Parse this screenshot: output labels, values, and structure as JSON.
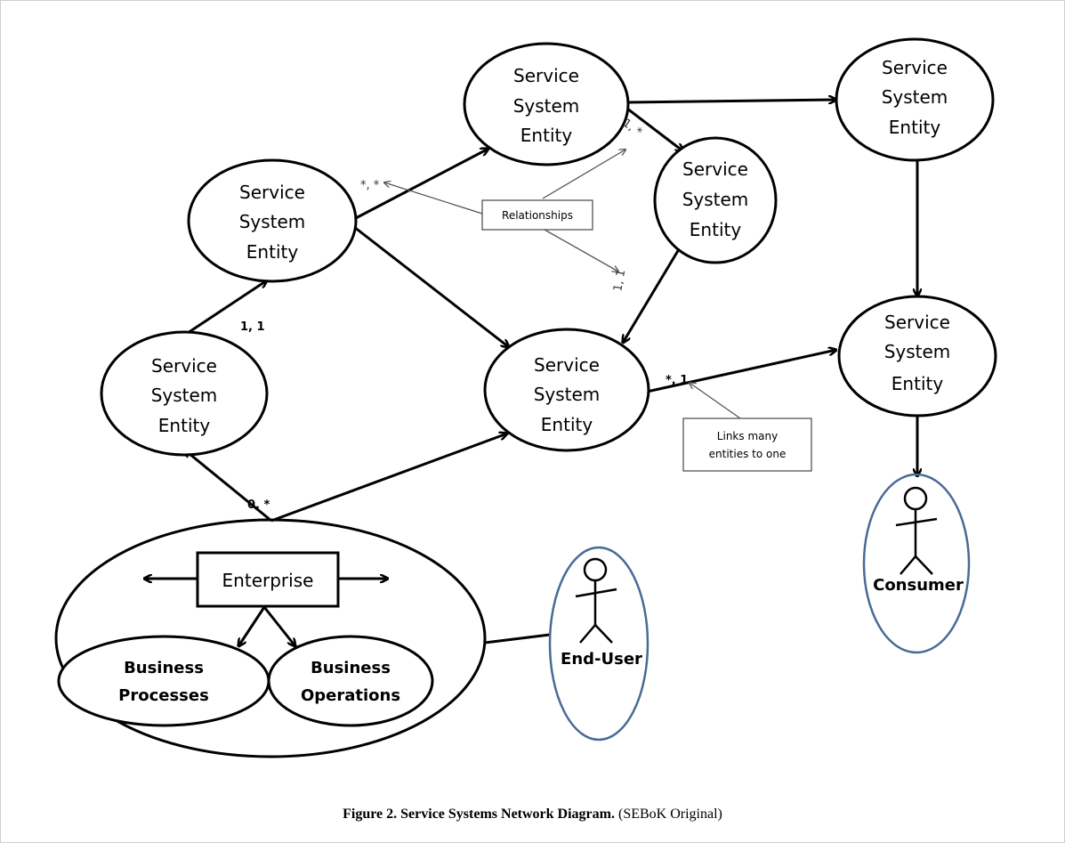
{
  "entity_label": [
    "Service",
    "System",
    "Entity"
  ],
  "enterprise": {
    "title": "Enterprise",
    "processes": [
      "Business",
      "Processes"
    ],
    "operations": [
      "Business",
      "Operations"
    ]
  },
  "actors": {
    "end_user": "End-User",
    "consumer": "Consumer"
  },
  "callouts": {
    "relationships": "Relationships",
    "links_line1": "Links many",
    "links_line2": "entities to one"
  },
  "cardinalities": {
    "one_one": "1, 1",
    "star_star": "*, *",
    "one_star": "1, *",
    "one_one_rot": "1, 1",
    "star_one": "*, 1",
    "zero_star": "0, *"
  },
  "caption": {
    "bold": "Figure 2. Service Systems Network Diagram.",
    "normal": "(SEBoK Original)"
  },
  "colors": {
    "line": "#000000",
    "actor_border": "#4a6a96",
    "callout_line": "#666666"
  }
}
